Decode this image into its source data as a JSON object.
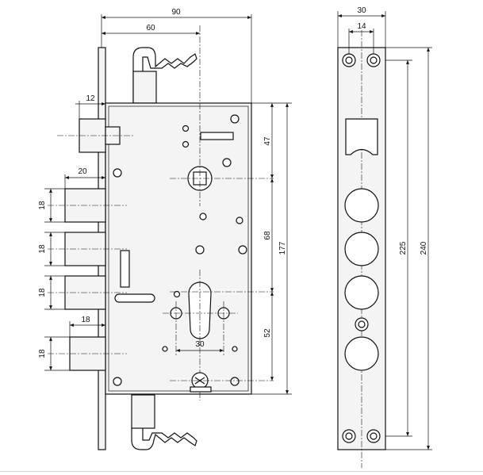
{
  "colors": {
    "line": "#111111",
    "background": "#ffffff",
    "part_fill": "#f4f4f4"
  },
  "dimensions": {
    "overall_depth": "90",
    "backset": "60",
    "latch_projection": "12",
    "bolt_projection": "20",
    "bolt_height_1": "18",
    "bolt_height_2": "18",
    "bolt_height_3": "18",
    "bolt_height_4": "18",
    "lower_bolt_projection": "18",
    "handle_to_top": "47",
    "handle_to_cylinder": "68",
    "case_height": "177",
    "cylinder_to_bottom": "52",
    "cylinder_screw_spacing": "30",
    "faceplate_width": "30",
    "faceplate_inner_width": "14",
    "screw_spacing": "225",
    "faceplate_length": "240"
  }
}
